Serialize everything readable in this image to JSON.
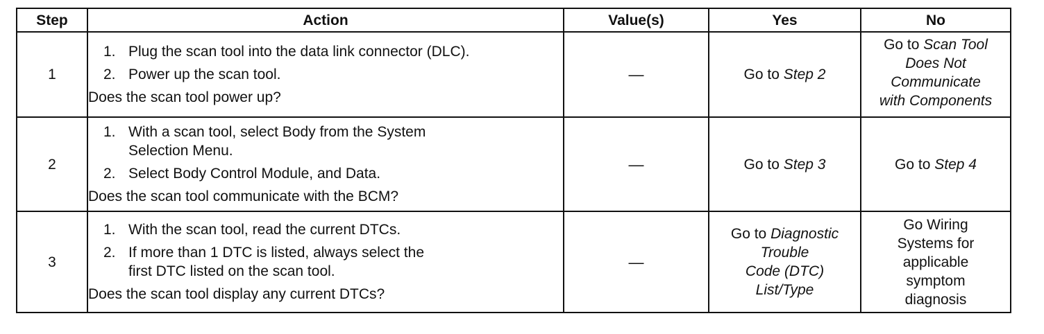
{
  "table": {
    "headers": {
      "step": "Step",
      "action": "Action",
      "values": "Value(s)",
      "yes": "Yes",
      "no": "No"
    },
    "rows": [
      {
        "step": "1",
        "actions": [
          {
            "num": "1.",
            "text": "Plug the scan tool into the data link connector (DLC)."
          },
          {
            "num": "2.",
            "text": "Power up the scan tool."
          }
        ],
        "question": "Does the scan tool power up?",
        "value": "—",
        "yes": {
          "prefix": "Go to ",
          "link": "Step 2"
        },
        "no": {
          "prefix": "Go to ",
          "link_line1": "Scan Tool",
          "link_line2": "Does Not",
          "link_line3": "Communicate",
          "link_line4": "with Components"
        }
      },
      {
        "step": "2",
        "actions": [
          {
            "num": "1.",
            "text_line1": "With a scan tool, select Body from the System",
            "text_line2": "Selection Menu."
          },
          {
            "num": "2.",
            "text": "Select Body Control Module, and Data."
          }
        ],
        "question": "Does the scan tool communicate with the BCM?",
        "value": "—",
        "yes": {
          "prefix": "Go to ",
          "link": "Step 3"
        },
        "no": {
          "prefix": "Go to ",
          "link": "Step 4"
        }
      },
      {
        "step": "3",
        "actions": [
          {
            "num": "1.",
            "text": "With the scan tool, read the current DTCs."
          },
          {
            "num": "2.",
            "text_line1": "If more than 1 DTC is listed, always select the",
            "text_line2": "first DTC listed on the scan tool."
          }
        ],
        "question": "Does the scan tool display any current DTCs?",
        "value": "—",
        "yes": {
          "prefix": "Go to ",
          "link_line1": "Diagnostic",
          "link_line2": "Trouble",
          "link_line3": "Code (DTC)",
          "link_line4": "List/Type"
        },
        "no": {
          "line1": "Go Wiring",
          "line2": "Systems for",
          "line3": "applicable",
          "line4": "symptom",
          "line5": "diagnosis"
        }
      }
    ]
  }
}
